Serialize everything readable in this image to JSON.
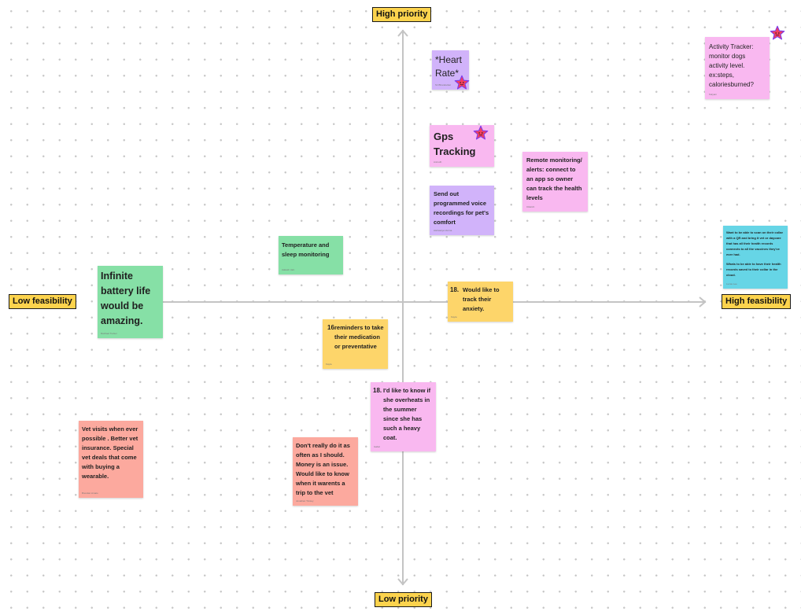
{
  "axes": {
    "top": "High priority",
    "bottom": "Low priority",
    "left": "Low feasibility",
    "right": "High feasibility"
  },
  "notes": [
    {
      "id": "heart-rate",
      "text": "*Heart Rate*",
      "author": "Sri Bhandarkar"
    },
    {
      "id": "gps",
      "text": "Gps Tracking",
      "author": "Anirudh"
    },
    {
      "id": "voice",
      "text": "Send out programmed voice recordings for pet's comfort",
      "author": "Aishwarya Verma"
    },
    {
      "id": "remote",
      "text": "Remote monitoring/ alerts: connect to an app so owner can track the health levels",
      "author": "Utkarsh"
    },
    {
      "id": "activity",
      "text": "Activity Tracker: monitor dogs activity level. ex:steps, caloriesburned?",
      "author": "Kalyani"
    },
    {
      "id": "qr",
      "text": "Want to be able to scan on their collar with a QR and bring it vet or daycare that has all their health records connects to all the vaccines they've ever had.",
      "text2": "Whats to be able to have their health records saved to their collar in the cloud.",
      "author": "Lucas Lee"
    },
    {
      "id": "temp",
      "text": "Temperature and sleep monitoring",
      "author": "Aakash Jain"
    },
    {
      "id": "battery",
      "text": "Infinite battery life would be amazing.",
      "author": "Rachael Tucker"
    },
    {
      "id": "anxiety",
      "num": "18.",
      "text": "Would like to track their anxiety.",
      "author": "Kayla"
    },
    {
      "id": "reminders",
      "num": "16.",
      "text": "reminders to take their medication or preventative",
      "author": "Kayla"
    },
    {
      "id": "overheat",
      "num": "18.",
      "text": "I'd like to know if she overheats in the summer since she has such a heavy coat.",
      "author": "Isabel"
    },
    {
      "id": "vet-visits",
      "text": "Vet visits when ever possible . Better vet insurance. Special vet deals that come with buying a wearable.",
      "author": "Brendan Amato"
    },
    {
      "id": "money",
      "text": "Don't really do it as often as I should. Money is an issue. Would like to know when it warents a trip to the vet",
      "author": "Jonathan Tinsley"
    }
  ],
  "colors": {
    "purple": "#d1b3fa",
    "pink": "#f9b8f0",
    "green": "#86e0a6",
    "yellow": "#fdd56a",
    "salmon": "#fca99e",
    "cyan": "#66d5e6",
    "axis_label": "#fcd34d",
    "axis_line": "#c4c4c4",
    "star": "#f43f5e"
  },
  "icons": {
    "star": "star-sticker-icon"
  }
}
